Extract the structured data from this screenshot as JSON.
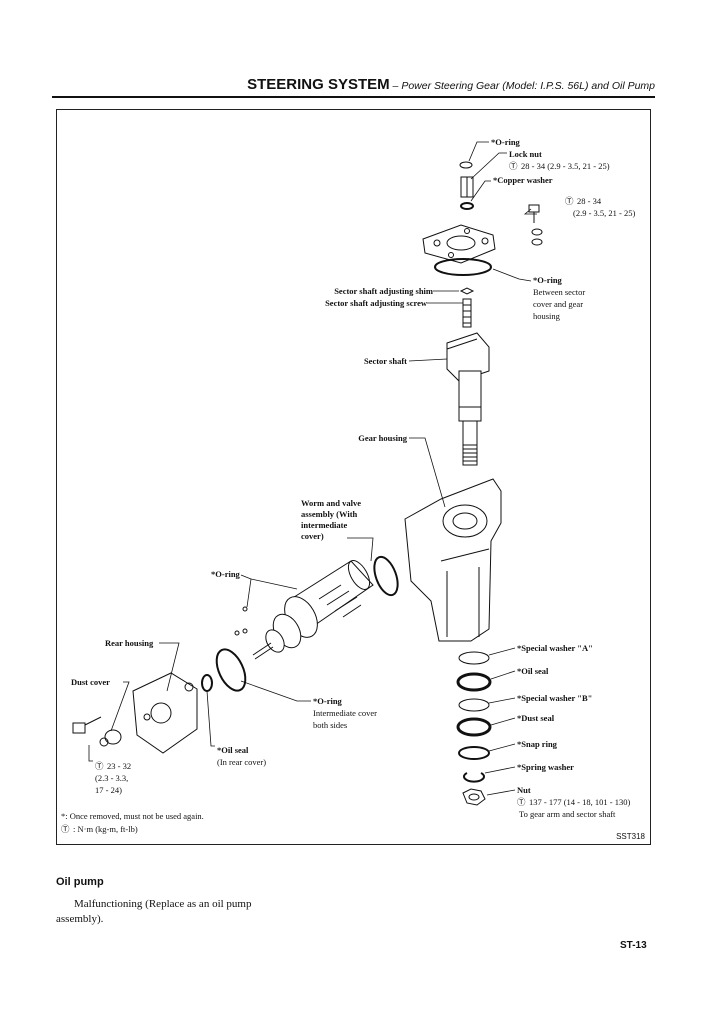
{
  "header": {
    "title": "STEERING SYSTEM",
    "subtitle": " – Power Steering Gear (Model: I.P.S. 56L) and Oil Pump"
  },
  "figure": {
    "code": "SST318",
    "labels": {
      "o_ring_top": "*O-ring",
      "lock_nut": "Lock nut",
      "lock_nut_torque": "28 - 34 (2.9 - 3.5, 21 - 25)",
      "copper_washer": "*Copper washer",
      "bolt_torque_1": "28 - 34",
      "bolt_torque_2": "(2.9 - 3.5, 21 - 25)",
      "o_ring_cover": "*O-ring",
      "between_1": "Between sector",
      "between_2": "cover and gear",
      "between_3": "housing",
      "adj_shim": "Sector shaft adjusting shim",
      "adj_screw": "Sector shaft adjusting screw",
      "sector_shaft": "Sector shaft",
      "gear_housing": "Gear housing",
      "worm_1": "Worm and valve",
      "worm_2": "assembly (With",
      "worm_3": "intermediate",
      "worm_4": "cover)",
      "o_ring_worm": "*O-ring",
      "rear_housing": "Rear housing",
      "dust_cover": "Dust cover",
      "o_ring_int": "*O-ring",
      "int_cover_1": "Intermediate cover",
      "int_cover_2": "both sides",
      "oil_seal_rear": "*Oil seal",
      "in_rear_cover": "(In rear cover)",
      "rear_torque_1": "23 - 32",
      "rear_torque_2": "(2.3 - 3.3,",
      "rear_torque_3": "17 - 24)",
      "special_washer_a": "*Special washer \"A\"",
      "oil_seal": "*Oil seal",
      "special_washer_b": "*Special washer \"B\"",
      "dust_seal": "*Dust seal",
      "snap_ring": "*Snap ring",
      "spring_washer": "*Spring washer",
      "nut": "Nut",
      "nut_torque": "137 - 177 (14 - 18, 101 - 130)",
      "to_gear_arm": "To gear arm and sector shaft"
    },
    "legend": {
      "note_once": "*:  Once removed, must not be used again.",
      "note_units": ":  N·m (kg-m, ft-lb)"
    }
  },
  "section": {
    "title": "Oil pump",
    "body": "Malfunctioning (Replace as an oil pump assembly)."
  },
  "page_number": "ST-13"
}
